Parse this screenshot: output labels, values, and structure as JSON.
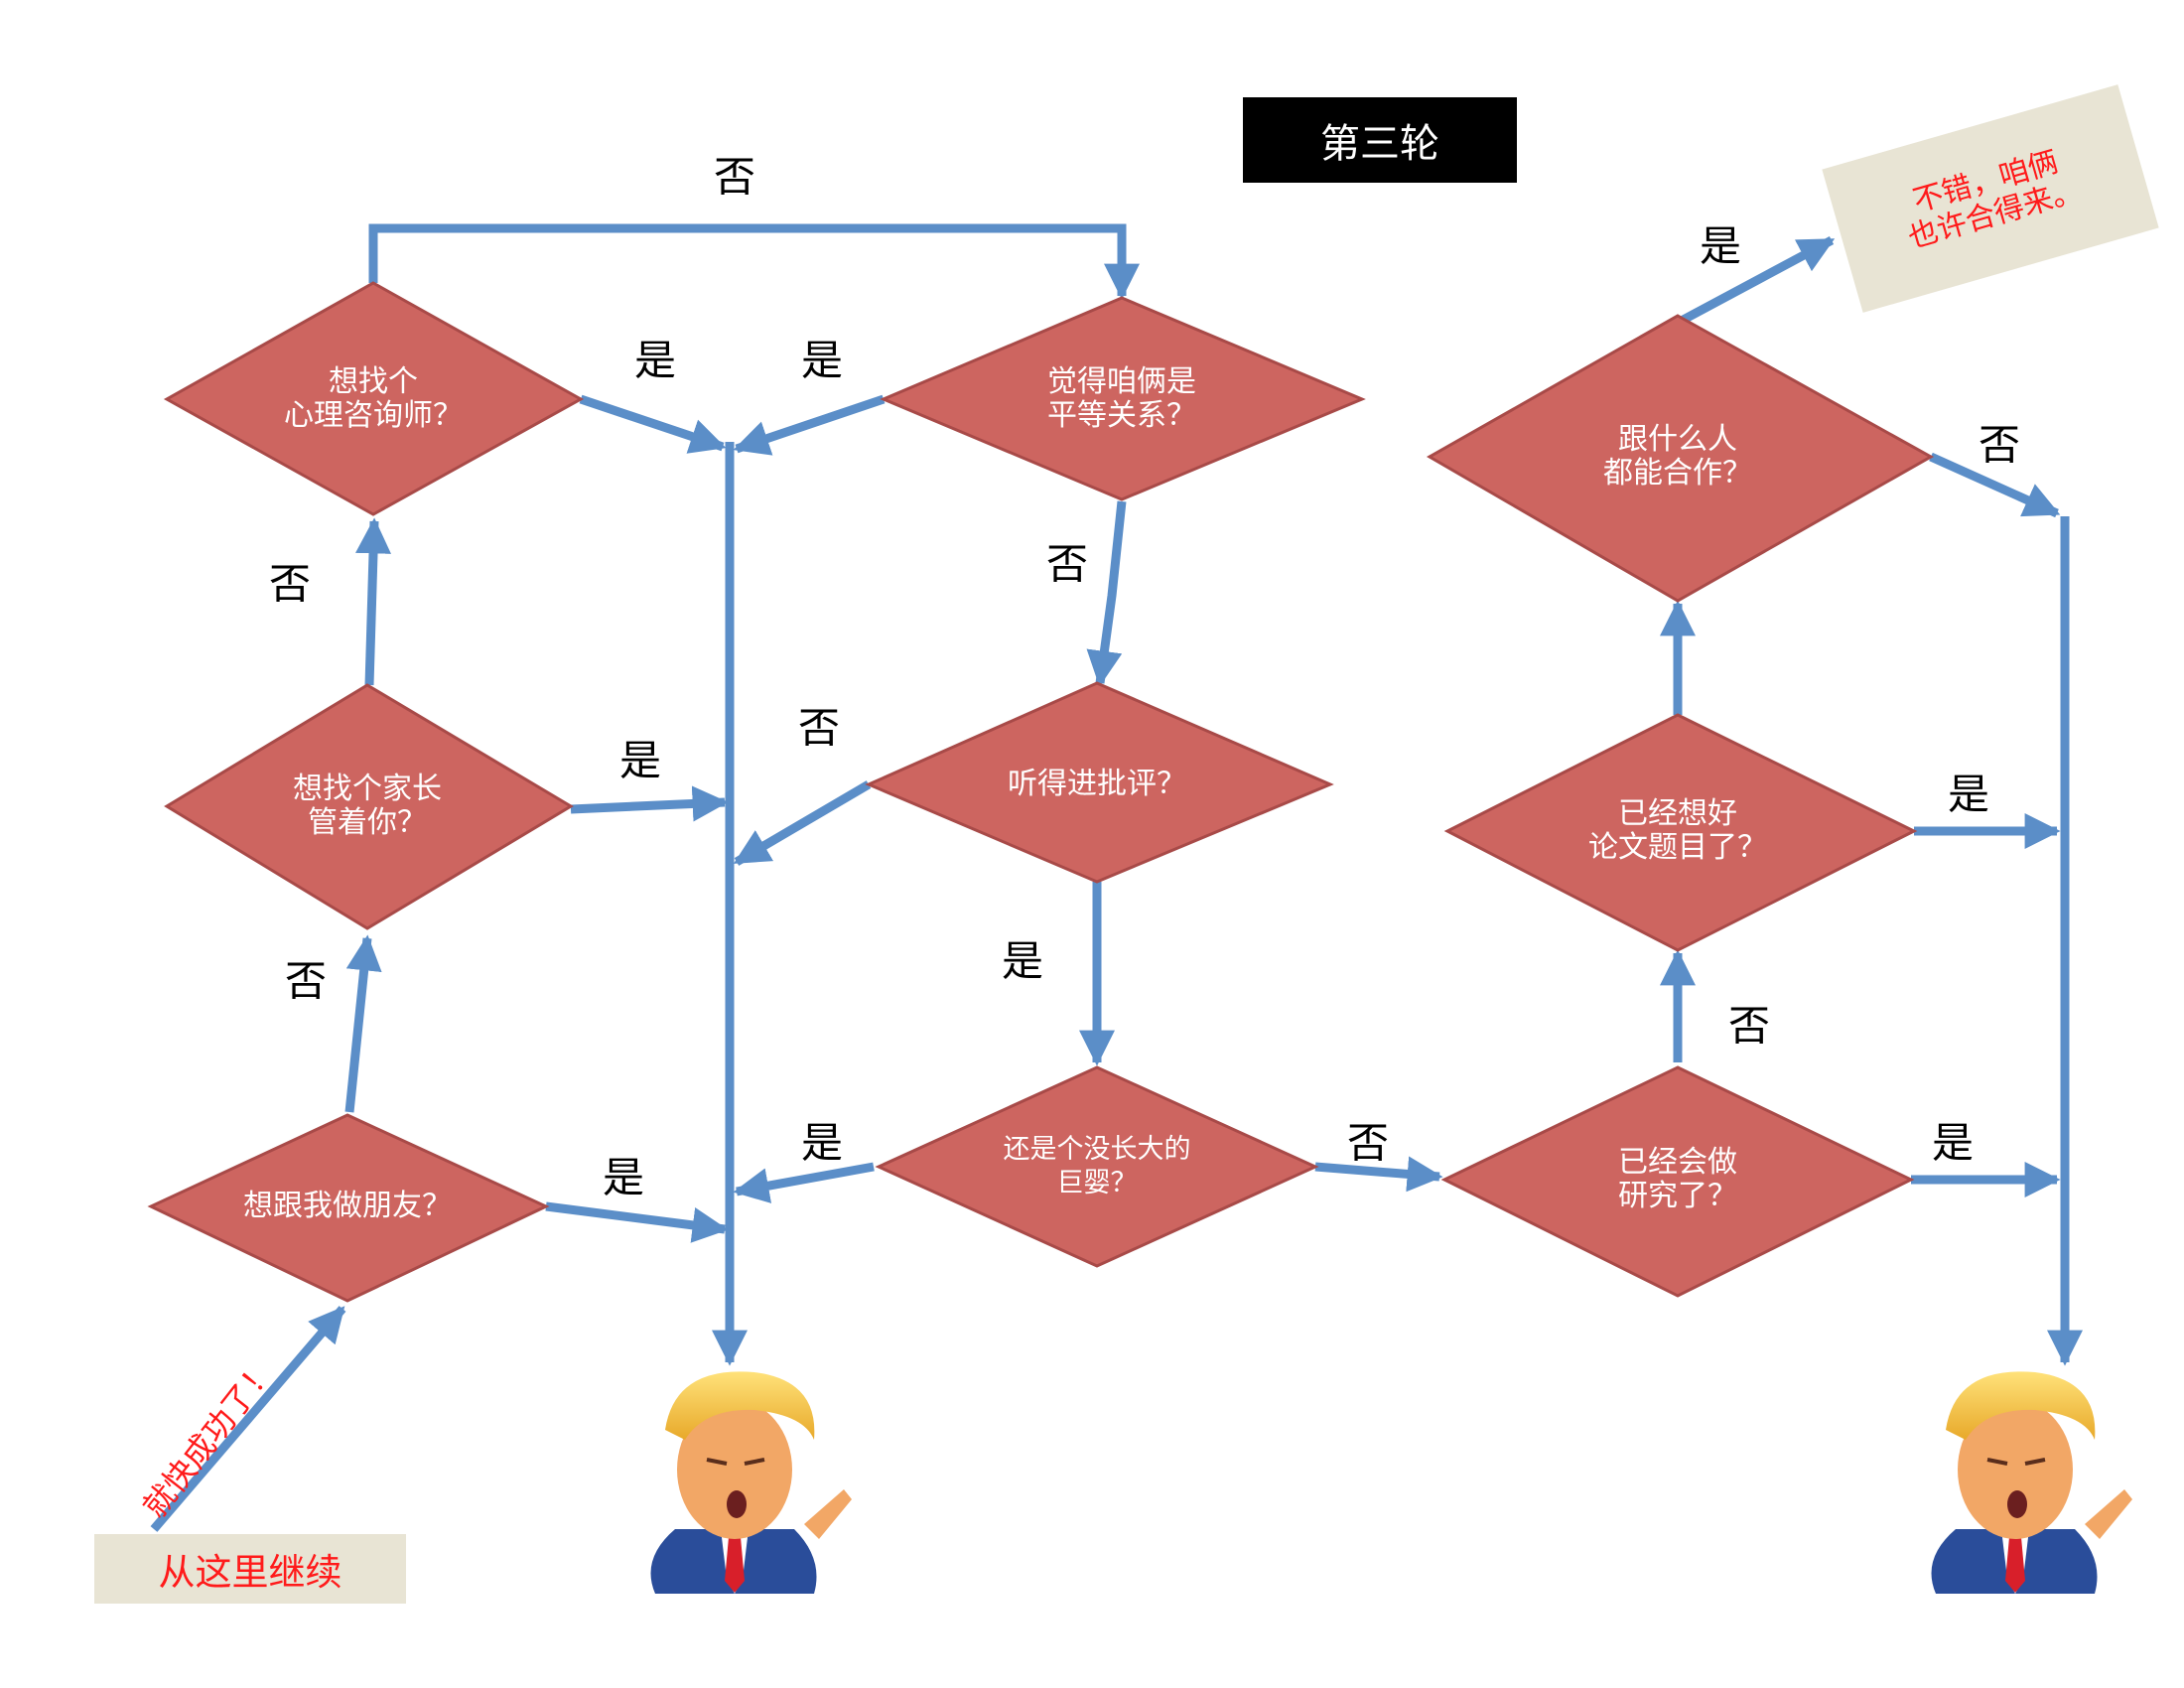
{
  "title": "第三轮",
  "start_label": "从这里继续",
  "arrow_note": "就快成功了！",
  "ok_note": {
    "line1": "不错，咱俩",
    "line2": "也许合得来。"
  },
  "yes": "是",
  "no": "否",
  "colors": {
    "diamond_fill": "#cd6560",
    "diamond_stroke": "#a84a48",
    "arrow": "#5b8ec8",
    "note_bg": "#e8e4d4",
    "note_text": "#ff1a1a"
  },
  "nodes": {
    "friend": {
      "line1": "想跟我做朋友？",
      "line2": ""
    },
    "parent": {
      "line1": "想找个家长",
      "line2": "管着你？"
    },
    "therapist": {
      "line1": "想找个",
      "line2": "心理咨询师？"
    },
    "equal": {
      "line1": "觉得咱俩是",
      "line2": "平等关系？"
    },
    "criticism": {
      "line1": "听得进批评？",
      "line2": ""
    },
    "baby": {
      "line1": "还是个没长大的",
      "line2": "巨婴？"
    },
    "research": {
      "line1": "已经会做",
      "line2": "研究了？"
    },
    "topic": {
      "line1": "已经想好",
      "line2": "论文题目了？"
    },
    "anyone": {
      "line1": "跟什么人",
      "line2": "都能合作？"
    }
  },
  "icons": {
    "mascot_left": "cartoon-man-icon",
    "mascot_right": "cartoon-man-icon"
  }
}
